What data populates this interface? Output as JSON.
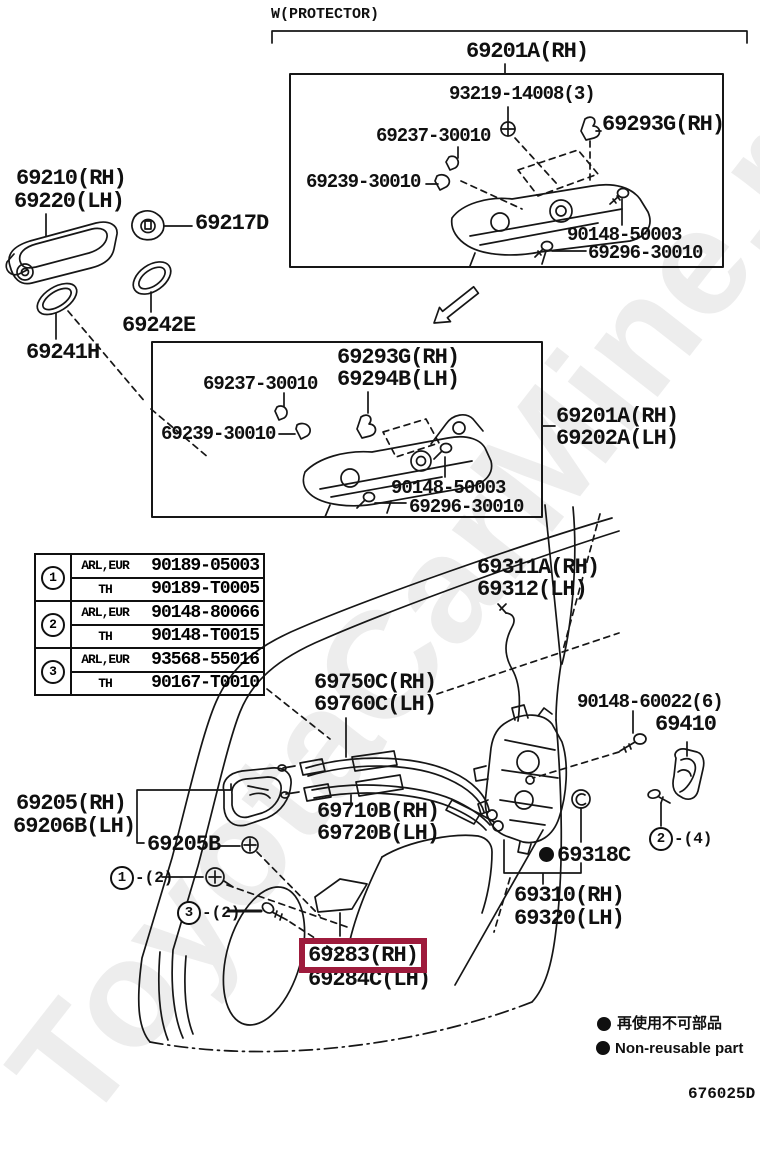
{
  "doc": {
    "watermark": "ToyotaCarMine.ru",
    "diagram_code": "676025D"
  },
  "colors": {
    "highlight_box": "#9e1b3c",
    "line_art": "#161616",
    "watermark": "#ededed"
  },
  "top_section": {
    "protector_note": "W(PROTECTOR)",
    "assembly_title": "69201A(RH)",
    "labels": {
      "p93219": "93219-14008(3)",
      "p69237": "69237-30010",
      "p69293g": "69293G(RH)",
      "p69239": "69239-30010",
      "p90148": "90148-50003",
      "p69296": "69296-30010"
    }
  },
  "outside_handle_group": {
    "p69210": "69210(RH)",
    "p69220": "69220(LH)",
    "p69217d": "69217D",
    "p69242e": "69242E",
    "p69241h": "69241H"
  },
  "middle_box": {
    "p69293g": "69293G(RH)",
    "p69294b": "69294B(LH)",
    "p69237": "69237-30010",
    "p69239": "69239-30010",
    "p90148": "90148-50003",
    "p69296": "69296-30010",
    "assembly_rh": "69201A(RH)",
    "assembly_lh": "69202A(LH)"
  },
  "fastener_table": {
    "groups": [
      {
        "num": "1",
        "rows": [
          {
            "market": "ARL,EUR",
            "part": "90189-05003"
          },
          {
            "market": "TH",
            "part": "90189-T0005"
          }
        ]
      },
      {
        "num": "2",
        "rows": [
          {
            "market": "ARL,EUR",
            "part": "90148-80066"
          },
          {
            "market": "TH",
            "part": "90148-T0015"
          }
        ]
      },
      {
        "num": "3",
        "rows": [
          {
            "market": "ARL,EUR",
            "part": "93568-55016"
          },
          {
            "market": "TH",
            "part": "90167-T0010"
          }
        ]
      }
    ]
  },
  "door_section": {
    "p69311a": "69311A(RH)",
    "p69312": "69312(LH)",
    "p69750c": "69750C(RH)",
    "p69760c": "69760C(LH)",
    "p90148_60022": "90148-60022(6)",
    "p69410": "69410",
    "p69205": "69205(RH)",
    "p69206b": "69206B(LH)",
    "p69205b": "69205B",
    "p69710b": "69710B(RH)",
    "p69720b": "69720B(LH)",
    "p69318c": "69318C",
    "p69310": "69310(RH)",
    "p69320": "69320(LH)",
    "p69283": "69283(RH)",
    "p69284c": "69284C(LH)",
    "callout1": {
      "num": "1",
      "count": "-(2)"
    },
    "callout3": {
      "num": "3",
      "count": "-(2)"
    },
    "callout2": {
      "num": "2",
      "count": "-(4)"
    }
  },
  "legend": {
    "jp": "再使用不可部品",
    "en": "Non-reusable part"
  }
}
